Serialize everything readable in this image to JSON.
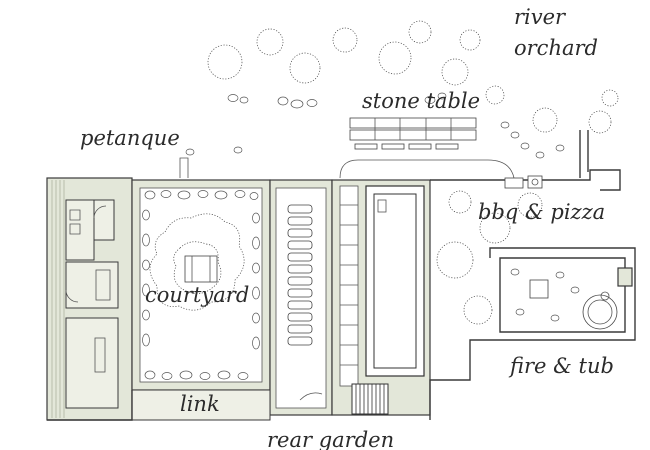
{
  "labels": {
    "river": "river",
    "orchard": "orchard",
    "stone_table": "stone table",
    "petanque": "petanque",
    "bbq_pizza": "bbq & pizza",
    "courtyard": "courtyard",
    "fire_tub": "fire & tub",
    "link": "link",
    "rear_garden": "rear garden"
  },
  "colors": {
    "room_fill": "#e3e7d9",
    "ink": "#2b2b2b",
    "background": "#ffffff"
  }
}
